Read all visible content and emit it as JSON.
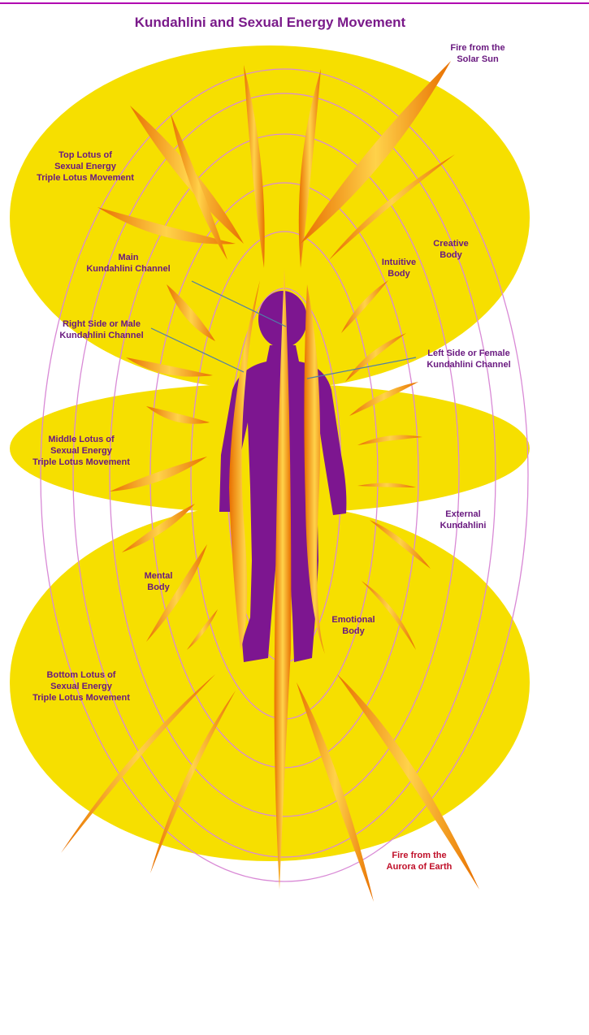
{
  "title": "Kundahlini and Sexual Energy Movement",
  "colors": {
    "lotus_yellow": "#f6df00",
    "body_purple": "#7d1690",
    "flame_orange": "#f08c00",
    "flame_yellow": "#ffd24a",
    "ring_pink": "#d98ad6",
    "label_purple": "#6a1a80",
    "label_red": "#c0102a",
    "pointer_blue": "#4f7fa8"
  },
  "labels": {
    "fire_solar": "Fire from the\nSolar Sun",
    "top_lotus": "Top Lotus of\nSexual Energy\nTriple Lotus Movement",
    "creative_body": "Creative\nBody",
    "main_channel": "Main\nKundahlini Channel",
    "intuitive_body": "Intuitive\nBody",
    "right_channel": "Right Side or Male\nKundahlini Channel",
    "left_channel": "Left Side or Female\nKundahlini Channel",
    "middle_lotus": "Middle Lotus of\nSexual Energy\nTriple Lotus Movement",
    "external_kundahlini": "External\nKundahlini",
    "mental_body": "Mental\nBody",
    "emotional_body": "Emotional\nBody",
    "bottom_lotus": "Bottom Lotus of\nSexual Energy\nTriple Lotus Movement",
    "fire_aurora": "Fire from the\nAurora of Earth"
  }
}
